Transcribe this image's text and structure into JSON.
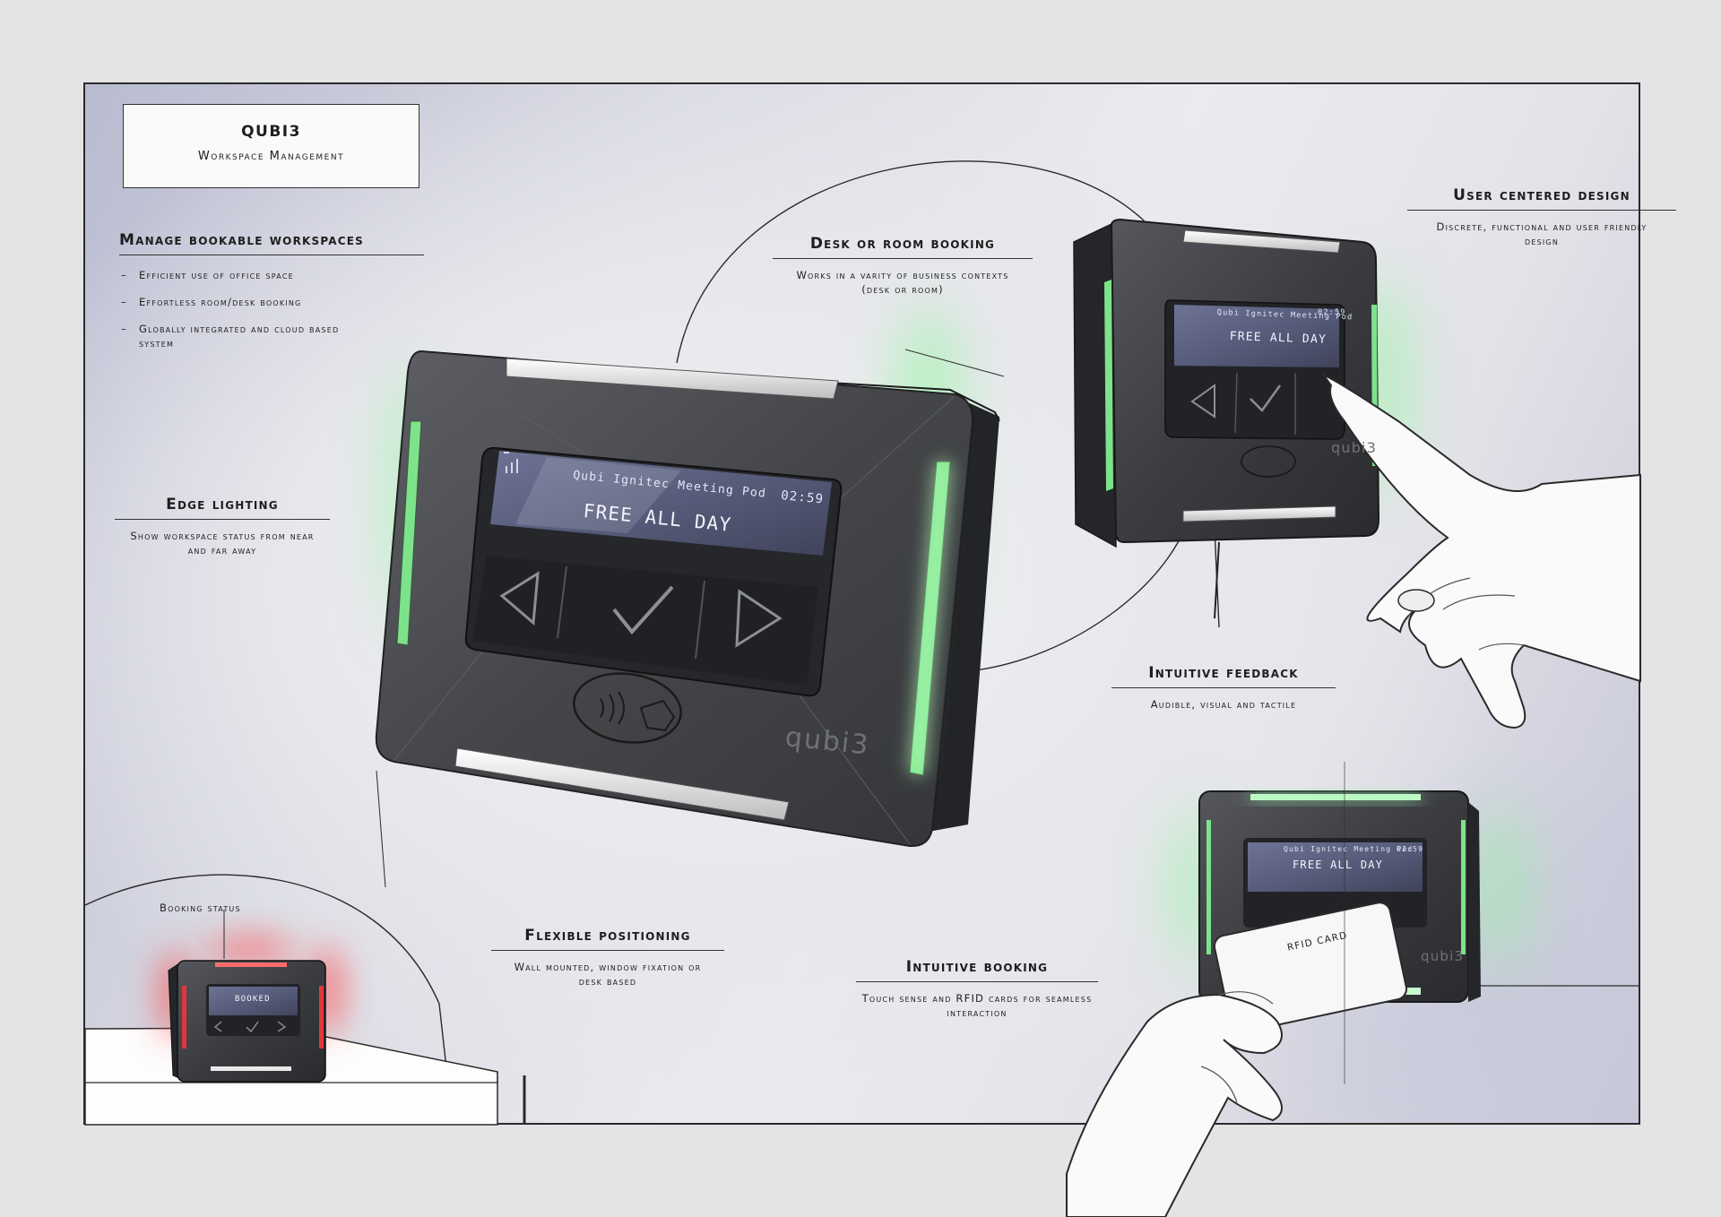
{
  "title": {
    "name": "QUBI3",
    "subtitle": "Workspace Management"
  },
  "features": {
    "manage": {
      "heading": "Manage bookable workspaces",
      "bullets": [
        "Efficient use of office space",
        "Effortless room/desk booking",
        "Globally integrated and cloud based system"
      ]
    },
    "edge_lighting": {
      "heading": "Edge lighting",
      "body": "Show workspace status from near and far away"
    },
    "desk_room": {
      "heading": "Desk or room booking",
      "body": "Works in a varity of business contexts (desk or room)"
    },
    "user_centered": {
      "heading": "User centered design",
      "body": "Discrete, functional and user friendly design"
    },
    "feedback": {
      "heading": "Intuitive feedback",
      "body": "Audible, visual and tactile"
    },
    "flexible": {
      "heading": "Flexible positioning",
      "body": "Wall mounted, window fixation or desk based"
    },
    "booking": {
      "heading": "Intuitive booking",
      "body": "Touch sense and RFID cards for seamless interaction"
    },
    "booking_status": "Booking status"
  },
  "device": {
    "room_name": "Qubi Ignitec Meeting Pod",
    "time": "02:59",
    "status": "FREE ALL DAY",
    "brand": "qubi3",
    "small_status": "BOOKED",
    "rfid_label": "RFID CARD"
  },
  "colors": {
    "body": "#3a3c40",
    "screen": "#5f6584",
    "glow_free": "#7de38a",
    "glow_booked": "#e0383a",
    "led_white": "#e9e9e9"
  }
}
